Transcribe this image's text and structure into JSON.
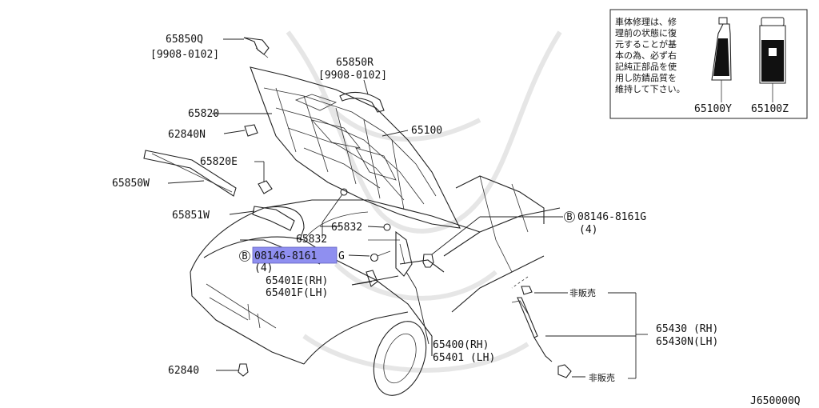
{
  "diagram_id": "J650000Q",
  "callouts": {
    "p65850Q": "65850Q",
    "p65850Q_date": "[9908-0102]",
    "p65850R": "65850R",
    "p65850R_date": "[9908-0102]",
    "p65820": "65820",
    "p62840N": "62840N",
    "p65100": "65100",
    "p65820E": "65820E",
    "p65850W": "65850W",
    "p65851W": "65851W",
    "p65832a": "65832",
    "p65832b": "65832",
    "bolt_right": "08146-8161G",
    "bolt_right_qty": "(4)",
    "bolt_left_hl": "08146-8161",
    "bolt_left_suffix": "G",
    "bolt_left_qty": "(4)",
    "bolt_symbol": "B",
    "p65401E": "65401E(RH)",
    "p65401F": "65401F(LH)",
    "p65400": "65400(RH)",
    "p65401": "65401 (LH)",
    "p65430": "65430 (RH)",
    "p65430N": "65430N(LH)",
    "not_for_sale_1": "非販売",
    "not_for_sale_2": "非販売",
    "p62840": "62840"
  },
  "inset": {
    "note_lines": [
      "車体修理は、修",
      "理前の状態に復",
      "元することが基",
      "本の為、必ず右",
      "記純正部品を使",
      "用し防錆品質を",
      "維持して下さい。"
    ],
    "p65100Y": "65100Y",
    "p65100Z": "65100Z"
  },
  "colors": {
    "highlight": "#8f8ff0",
    "line": "#222222",
    "watermark": "#e6e6e6"
  }
}
